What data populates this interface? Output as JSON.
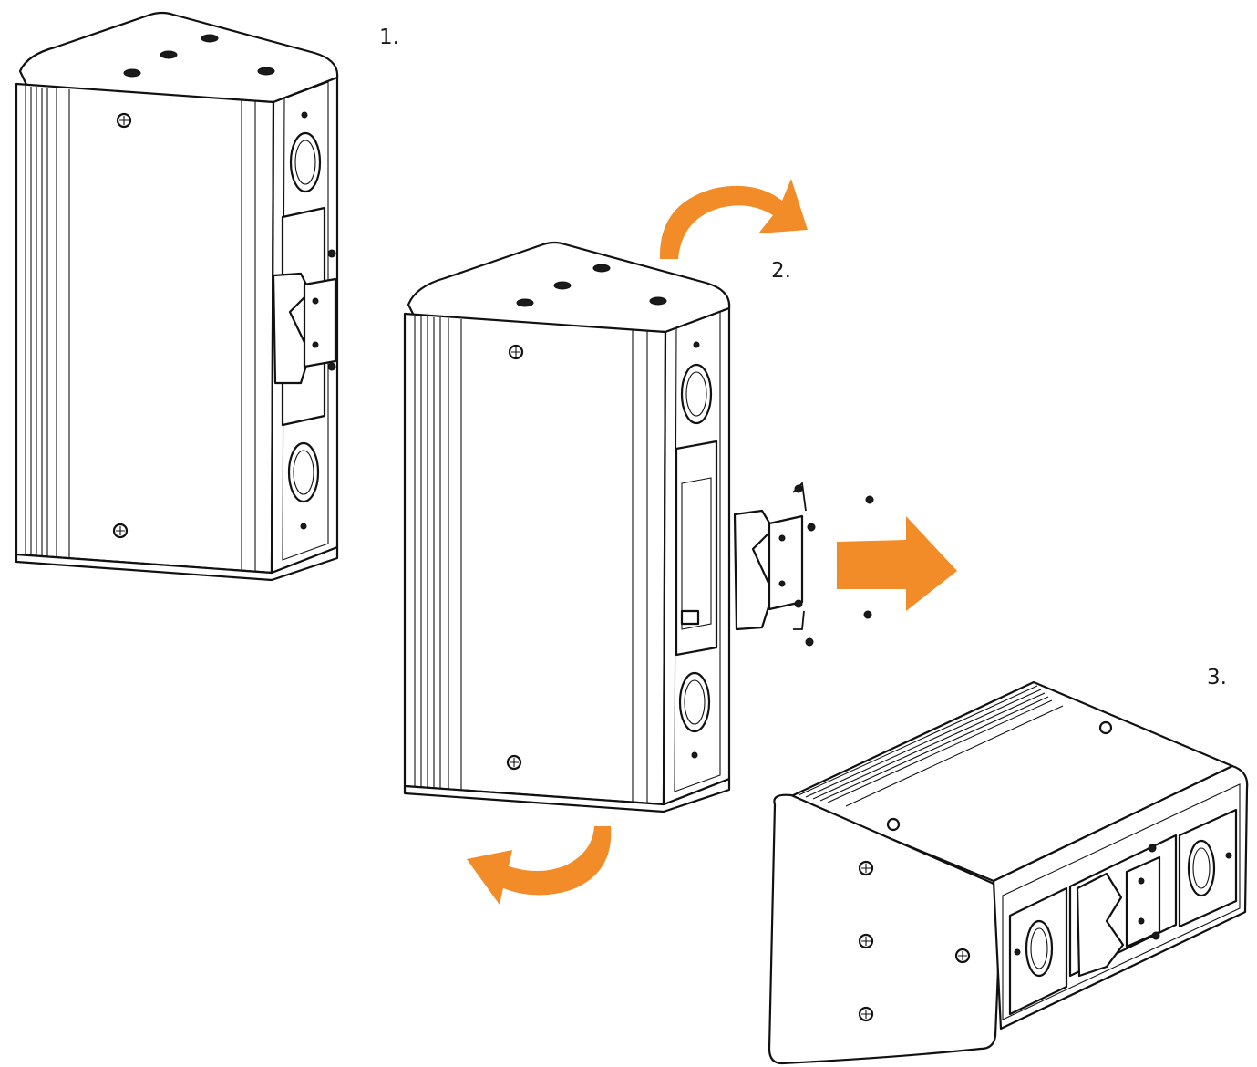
{
  "steps": {
    "step1": "1.",
    "step2": "2.",
    "step3": "3."
  },
  "colors": {
    "arrow": "#F28C28",
    "line": "#111111"
  },
  "icons": {
    "rotate_cw": "curved-arrow-right-icon",
    "rotate_ccw": "curved-arrow-left-icon",
    "detach": "straight-arrow-right-icon"
  }
}
